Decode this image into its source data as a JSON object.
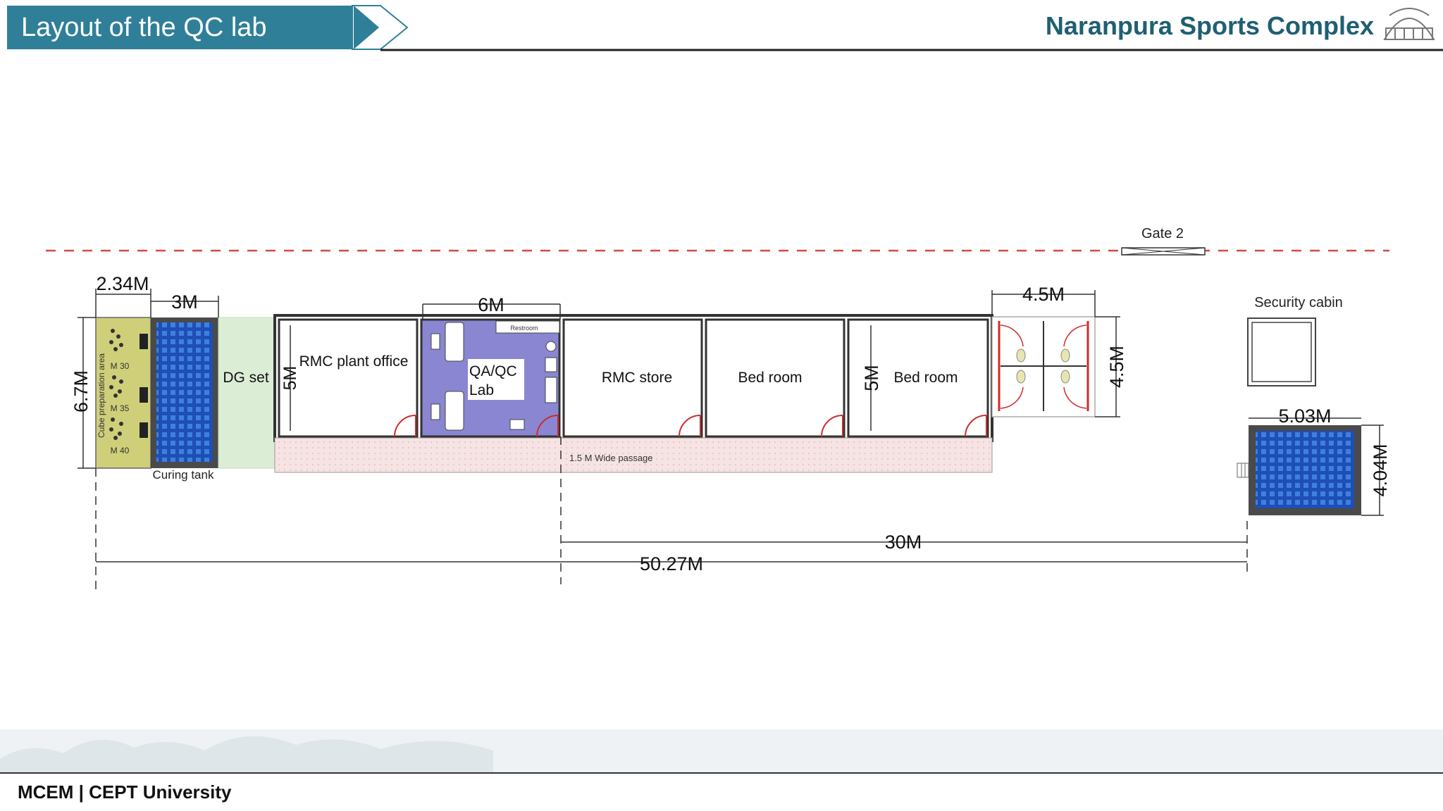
{
  "header": {
    "slide_title": "Layout of the QC lab",
    "brand": "Naranpura Sports Complex"
  },
  "footer": {
    "text": "MCEM | CEPT University"
  },
  "plan": {
    "gate_label": "Gate 2",
    "security_cabin_label": "Security cabin",
    "rooms": {
      "dg_set": "DG set",
      "rmc_plant_office": "RMC plant office",
      "qa_qc_lab_line1": "QA/QC",
      "qa_qc_lab_line2": "Lab",
      "rmc_store": "RMC store",
      "bed_room_1": "Bed room",
      "bed_room_2": "Bed room",
      "curing_tank": "Curing tank",
      "cube_area": "Cube preparation area",
      "passage": "1.5 M Wide passage",
      "restroom": "Restroom"
    },
    "grades": [
      "M 30",
      "M 35",
      "M 40"
    ],
    "dimensions": {
      "cube_area_width": "2.34M",
      "curing_tank_width": "3M",
      "height_left": "6.7M",
      "lab_width": "6M",
      "office_height": "5M",
      "bed_room_height": "5M",
      "toilet_width": "4.5M",
      "toilet_height": "4.5M",
      "tank_width": "5.03M",
      "tank_height": "4.04M",
      "lab_to_tank": "30M",
      "overall_length": "50.27M"
    }
  },
  "colors": {
    "banner": "#2f7f99",
    "brand_text": "#1f5f72",
    "cube_area": "#cfcf7a",
    "tank_blue": "#1e4fb5",
    "dg_set_green": "#dcedd6",
    "lab_purple": "#8a86d2",
    "passage_pink": "#f6e3e3",
    "gate_line_red": "#d24a4a",
    "door_red": "#d12a2a"
  }
}
